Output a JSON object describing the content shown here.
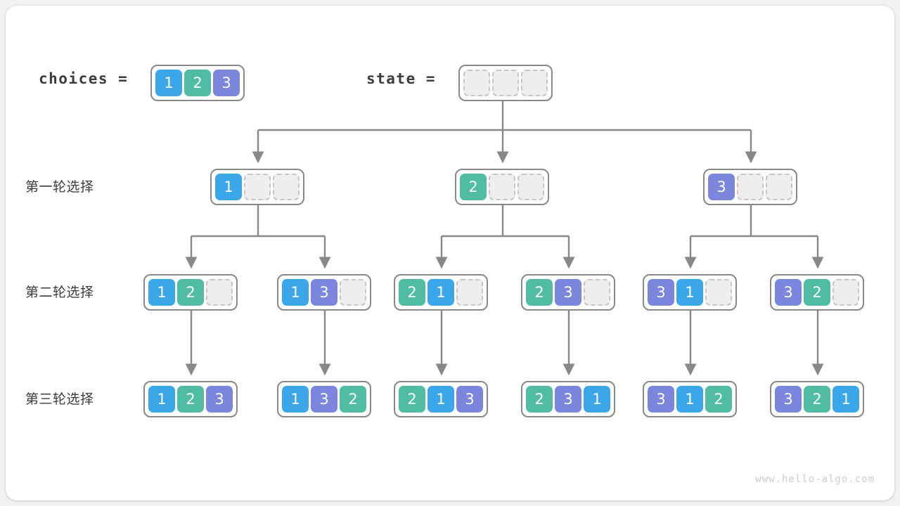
{
  "figure": {
    "watermark": "www.hello-algo.com",
    "colors": {
      "value_1": "#3ba7e8",
      "value_2": "#4fbca3",
      "value_3": "#7d86dd",
      "empty_fill": "#eeeeee",
      "empty_border": "#c6c6c6",
      "array_border": "#888888",
      "connector": "#888888",
      "text": "#3c3c3c",
      "card": "#ffffff",
      "background": "#f2f2f2"
    }
  },
  "header": {
    "choices_label": "choices =",
    "choices_cells": [
      "1",
      "2",
      "3"
    ],
    "state_label": "state =",
    "state_cells": [
      "",
      "",
      ""
    ]
  },
  "rows": [
    {
      "label": "第一轮选择",
      "nodes": [
        {
          "cells": [
            "1",
            "",
            ""
          ]
        },
        {
          "cells": [
            "2",
            "",
            ""
          ]
        },
        {
          "cells": [
            "3",
            "",
            ""
          ]
        }
      ]
    },
    {
      "label": "第二轮选择",
      "nodes": [
        {
          "cells": [
            "1",
            "2",
            ""
          ]
        },
        {
          "cells": [
            "1",
            "3",
            ""
          ]
        },
        {
          "cells": [
            "2",
            "1",
            ""
          ]
        },
        {
          "cells": [
            "2",
            "3",
            ""
          ]
        },
        {
          "cells": [
            "3",
            "1",
            ""
          ]
        },
        {
          "cells": [
            "3",
            "2",
            ""
          ]
        }
      ]
    },
    {
      "label": "第三轮选择",
      "nodes": [
        {
          "cells": [
            "1",
            "2",
            "3"
          ]
        },
        {
          "cells": [
            "1",
            "3",
            "2"
          ]
        },
        {
          "cells": [
            "2",
            "1",
            "3"
          ]
        },
        {
          "cells": [
            "2",
            "3",
            "1"
          ]
        },
        {
          "cells": [
            "3",
            "1",
            "2"
          ]
        },
        {
          "cells": [
            "3",
            "2",
            "1"
          ]
        }
      ]
    }
  ]
}
